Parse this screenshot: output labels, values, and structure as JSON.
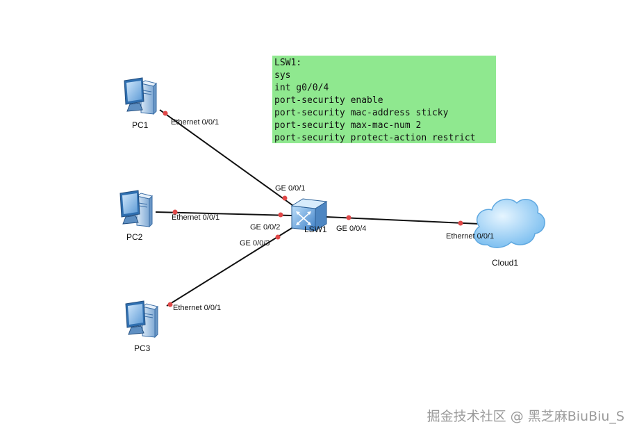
{
  "config_note": {
    "lines": [
      "LSW1:",
      "sys",
      "int g0/0/4",
      "port-security enable",
      "port-security mac-address sticky",
      "port-security max-mac-num 2",
      "port-security protect-action restrict"
    ]
  },
  "devices": {
    "pc1": "PC1",
    "pc2": "PC2",
    "pc3": "PC3",
    "switch": "LSW1",
    "cloud": "Cloud1"
  },
  "ports": {
    "pc1_port": "Ethernet 0/0/1",
    "pc2_port": "Ethernet 0/0/1",
    "pc3_port": "Ethernet 0/0/1",
    "cloud_port": "Ethernet 0/0/1",
    "sw_ge1": "GE 0/0/1",
    "sw_ge2": "GE 0/0/2",
    "sw_ge3": "GE 0/0/3",
    "sw_ge4": "GE 0/0/4"
  },
  "colors": {
    "note_bg": "#8fe88f",
    "link": "#111111",
    "port_dot": "#e04848",
    "pc_blue": "#3f7fc4",
    "cloud_blue": "#8cc8f2"
  },
  "watermark": "掘金技术社区 @ 黑芝麻BiuBiu_S"
}
